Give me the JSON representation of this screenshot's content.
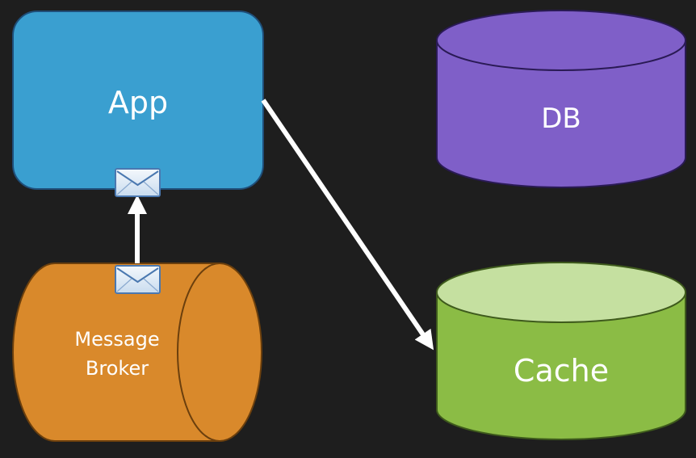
{
  "nodes": {
    "app": {
      "label": "App",
      "color": "#3a9fd0",
      "border": "#1f4e79"
    },
    "db": {
      "label": "DB",
      "color": "#7f5fc8",
      "border": "#2a1a55"
    },
    "cache": {
      "label": "Cache",
      "color": "#8bbc45",
      "top_color": "#c5e0a0",
      "border": "#3e5a1c"
    },
    "broker": {
      "label_line1": "Message",
      "label_line2": "Broker",
      "color": "#d9892b",
      "border": "#6b3f0d"
    }
  },
  "icons": {
    "message": "envelope-icon"
  },
  "edges": [
    {
      "from": "broker",
      "to": "app",
      "style": "arrow",
      "color": "#ffffff"
    },
    {
      "from": "app",
      "to": "cache",
      "style": "arrow",
      "color": "#ffffff"
    }
  ]
}
